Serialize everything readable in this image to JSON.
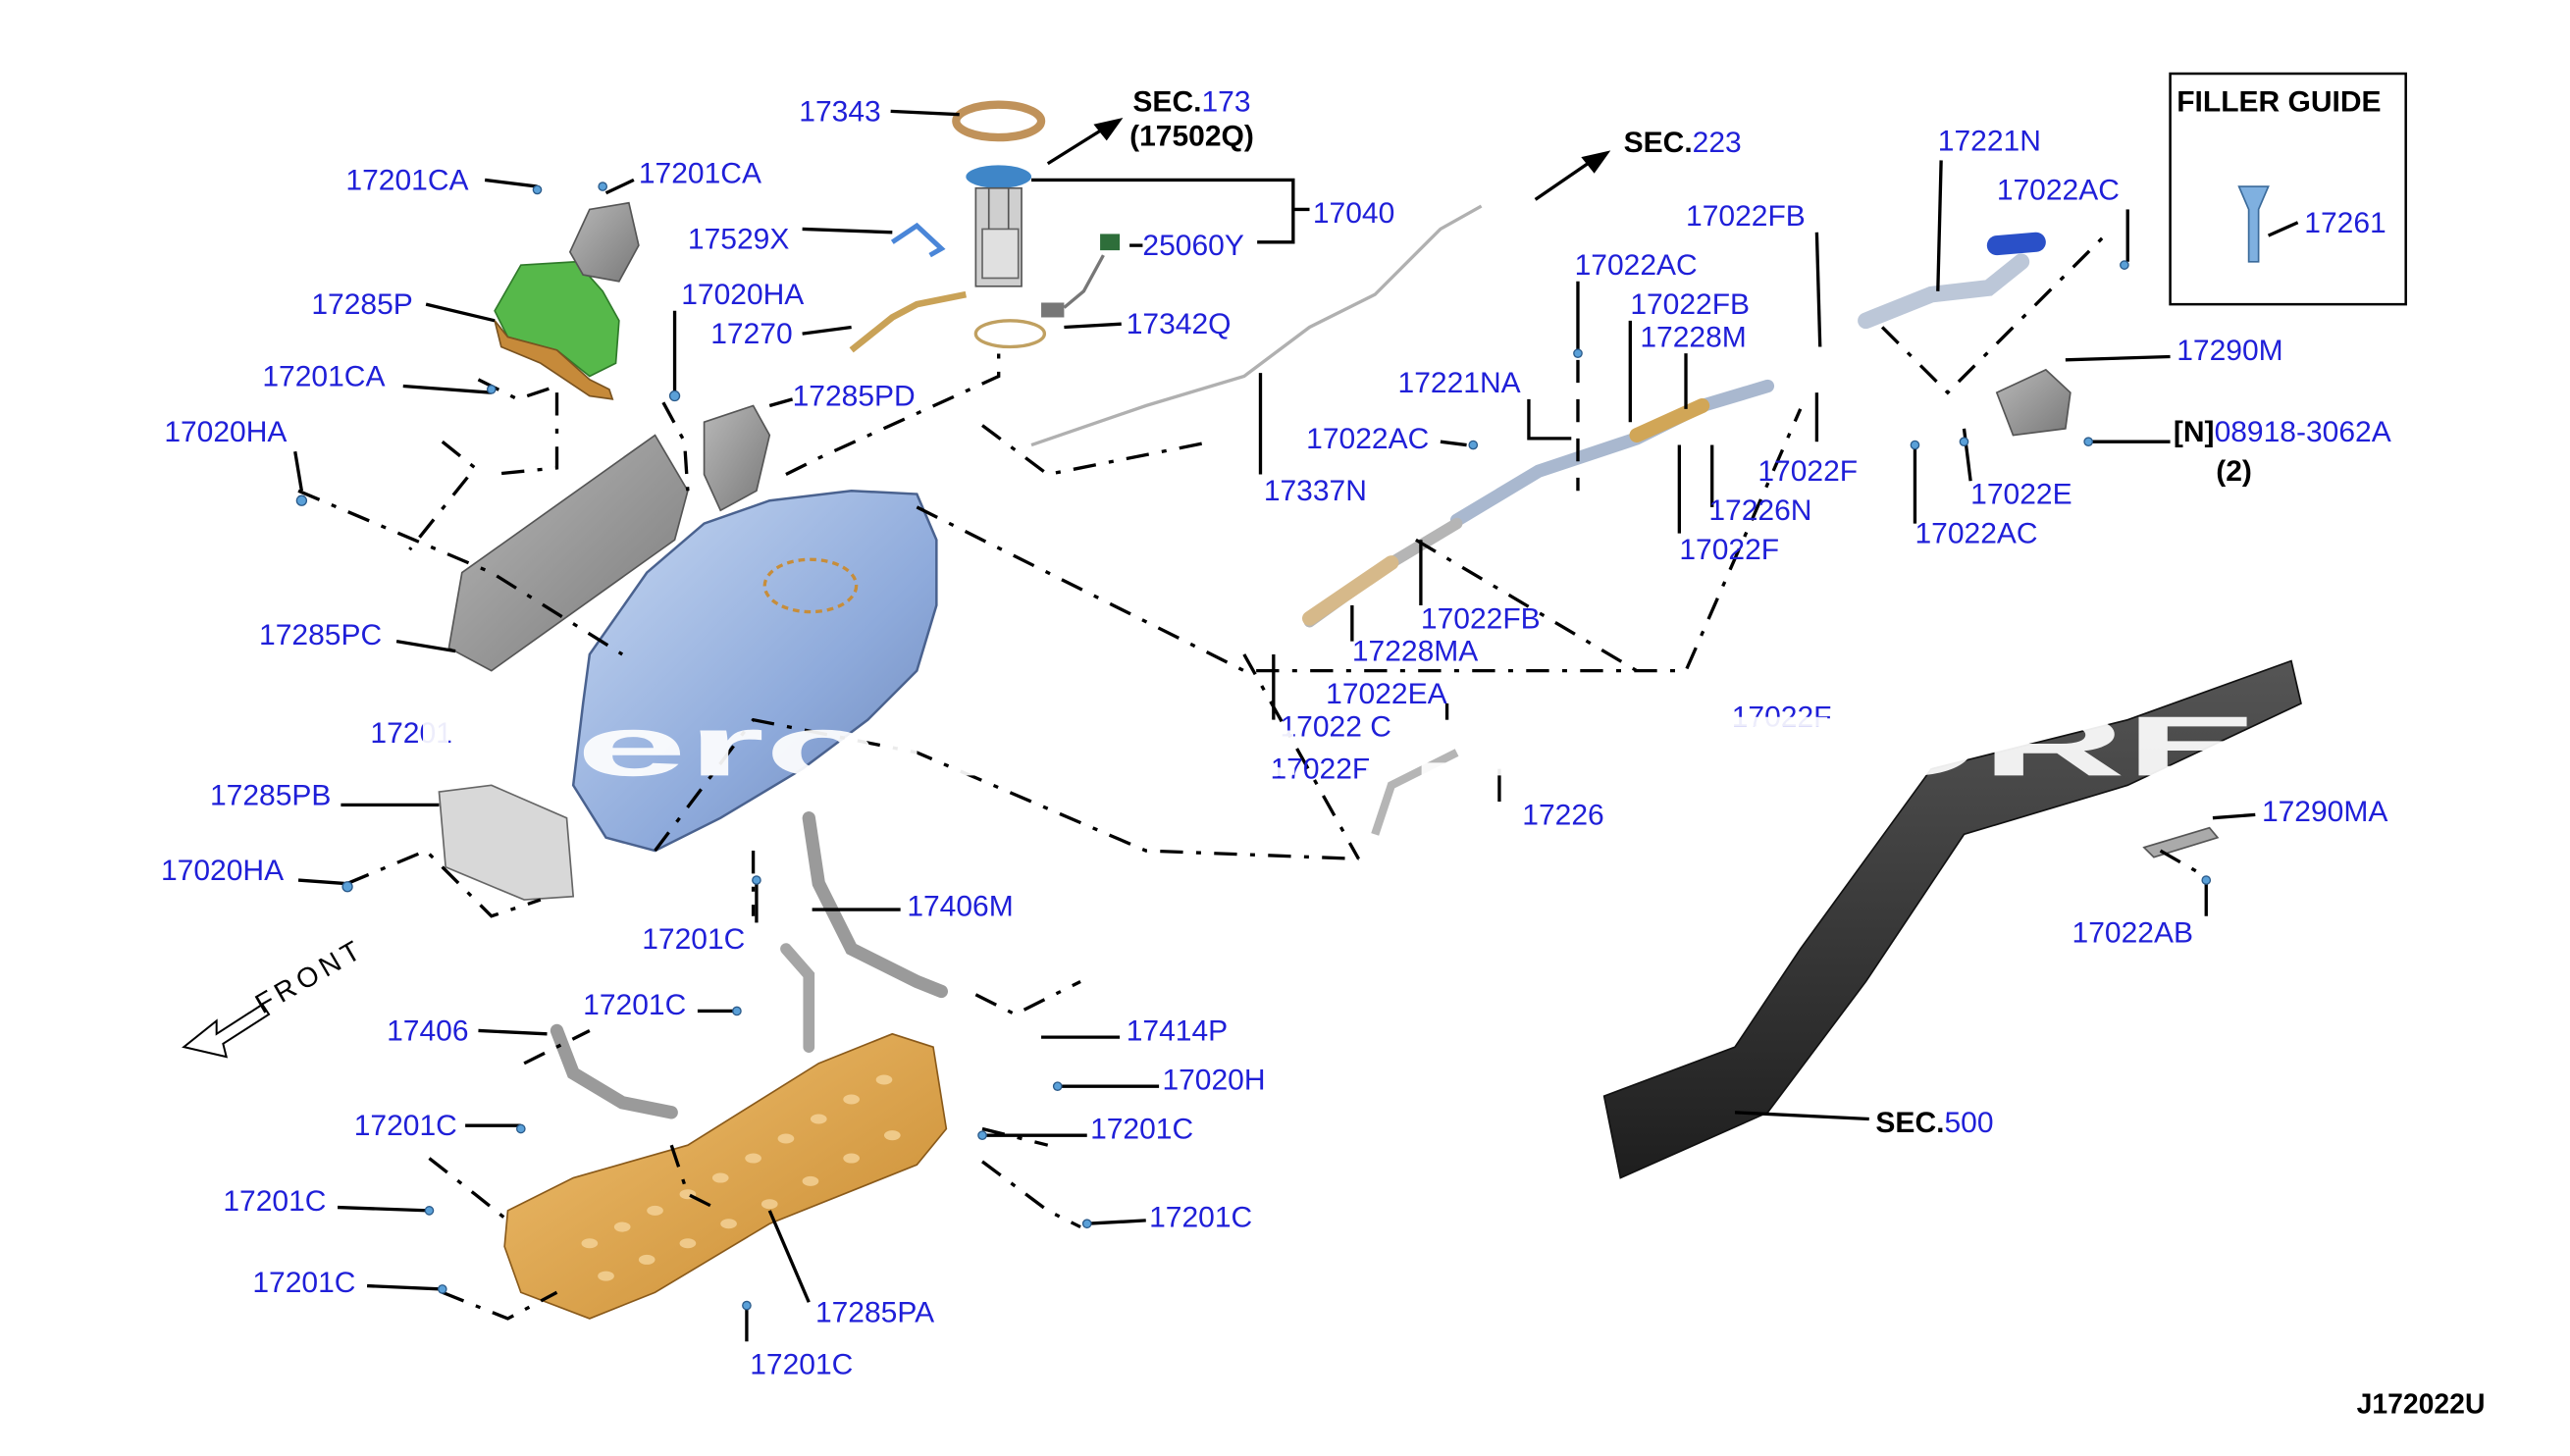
{
  "sections": {
    "sec173": {
      "prefix": "SEC.",
      "num": "173",
      "sub": "(17502Q)"
    },
    "sec223": {
      "prefix": "SEC.",
      "num": "223"
    },
    "sec500": {
      "prefix": "SEC.",
      "num": "500"
    }
  },
  "filler_guide": {
    "title": "FILLER GUIDE",
    "part": "17261"
  },
  "note": {
    "prefix": "[N]",
    "part": "08918-3062A",
    "qty": "(2)"
  },
  "diagram_code": "J172022U",
  "front_label": "FRONT",
  "watermark": "Merchant ... STORE",
  "parts": {
    "p17343": "17343",
    "p17201CA_a": "17201CA",
    "p17201CA_b": "17201CA",
    "p17040": "17040",
    "p17529X": "17529X",
    "p25060Y": "25060Y",
    "p17285P": "17285P",
    "p17020HA_a": "17020HA",
    "p17270": "17270",
    "p17342Q": "17342Q",
    "p17201CA_c": "17201CA",
    "p17285PD": "17285PD",
    "p17020HA_b": "17020HA",
    "p17285PC": "17285PC",
    "p17201_partial": "17201",
    "p17285PB": "17285PB",
    "p17020HA_c": "17020HA",
    "p17337N": "17337N",
    "p17221N": "17221N",
    "p17022AC_a": "17022AC",
    "p17022FB_a": "17022FB",
    "p17022AC_b": "17022AC",
    "p17022FB_b": "17022FB",
    "p17228M": "17228M",
    "p17221NA": "17221NA",
    "p17022AC_c": "17022AC",
    "p17022F_a": "17022F",
    "p17226N": "17226N",
    "p17022F_b": "17022F",
    "p17022E": "17022E",
    "p17022AC_d": "17022AC",
    "p17290M": "17290M",
    "p17022FB_c": "17022FB",
    "p17228MA": "17228MA",
    "p17022EA": "17022EA",
    "p17022C_partial": "17022 C",
    "p17022F_partial": "17022F",
    "p17022F_c": "17022F",
    "p17226": "17226",
    "p17290MA": "17290MA",
    "p17022AB": "17022AB",
    "p17406M": "17406M",
    "p17201C_a": "17201C",
    "p17201C_b": "17201C",
    "p17406": "17406",
    "p17414P": "17414P",
    "p17020H": "17020H",
    "p17201C_c": "17201C",
    "p17201C_d": "17201C",
    "p17201C_e": "17201C",
    "p17201C_f": "17201C",
    "p17201C_g": "17201C",
    "p17285PA": "17285PA",
    "p17201C_h": "17201C"
  },
  "colors": {
    "label": "#1f1fd8",
    "tank": "#9db8e0",
    "green_part": "#4fb34a",
    "orange_part": "#d8a04a",
    "gray_shield": "#9a9a9a",
    "frame": "#3a3a3a"
  }
}
